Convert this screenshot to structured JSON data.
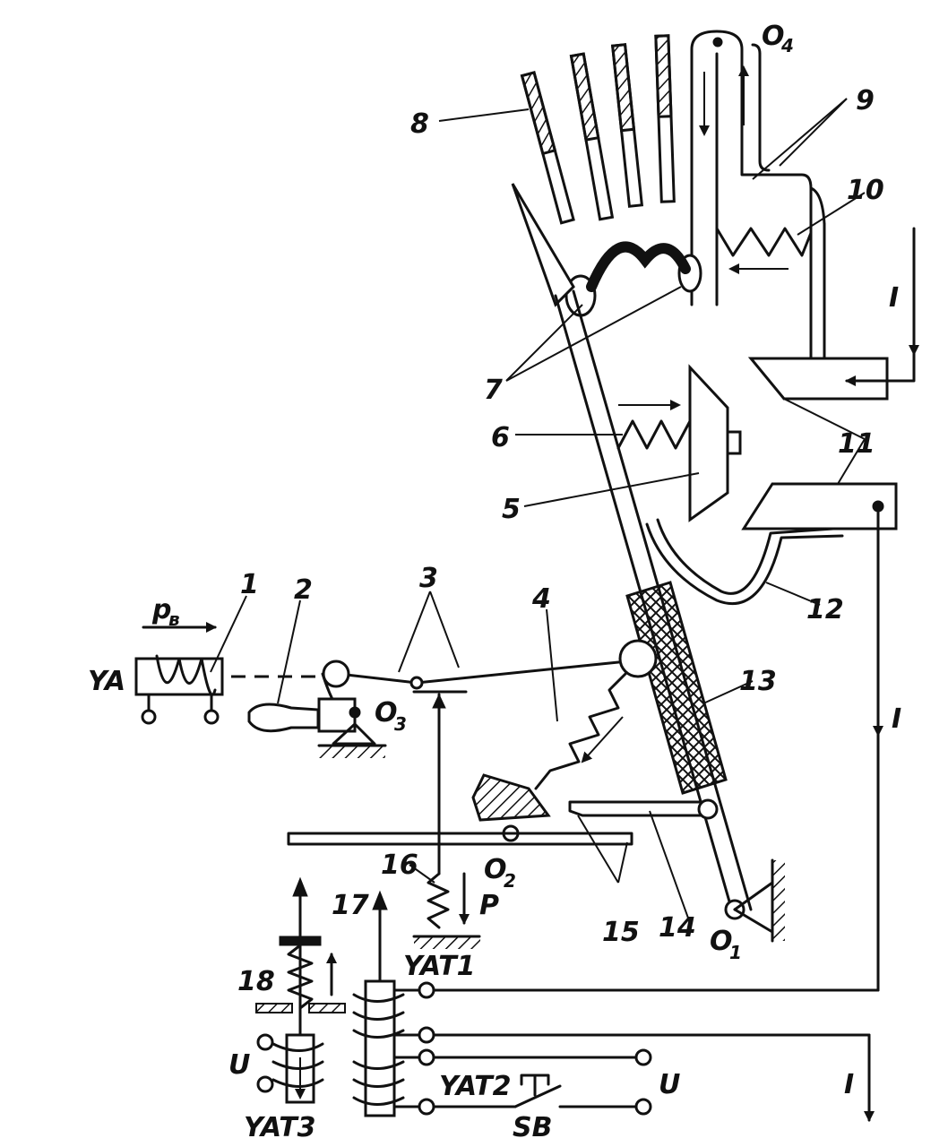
{
  "diagram": {
    "labels": {
      "n1": "1",
      "n2": "2",
      "n3": "3",
      "n4": "4",
      "n5": "5",
      "n6": "6",
      "n7": "7",
      "n8": "8",
      "n9": "9",
      "n10": "10",
      "n11": "11",
      "n12": "12",
      "n13": "13",
      "n14": "14",
      "n15": "15",
      "n16": "16",
      "n17": "17",
      "n18": "18",
      "o1": "O",
      "o1_sub": "1",
      "o2": "O",
      "o2_sub": "2",
      "o3": "O",
      "o3_sub": "3",
      "o4": "O",
      "o4_sub": "4",
      "pv": "p",
      "pv_sub": "в",
      "ya": "YA",
      "yat1": "YAT1",
      "yat2": "YAT2",
      "yat3": "YAT3",
      "sb": "SB",
      "p_force": "P",
      "current_top": "I",
      "current_right": "I",
      "current_bottom": "I",
      "u_left": "U",
      "u_right": "U"
    }
  }
}
